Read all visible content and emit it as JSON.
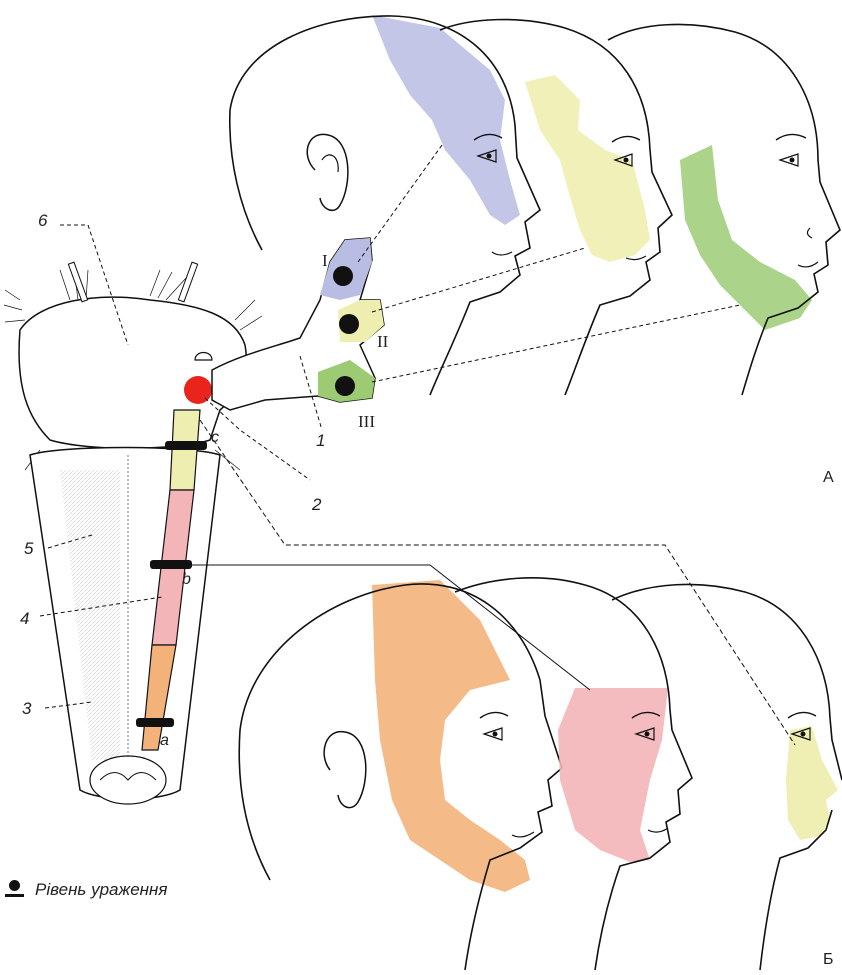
{
  "labels": {
    "num_1": "1",
    "num_2": "2",
    "num_3": "3",
    "num_4": "4",
    "num_5": "5",
    "num_6": "6",
    "roman_I": "I",
    "roman_II": "II",
    "roman_III": "III",
    "letter_a": "a",
    "letter_b": "b",
    "letter_c": "c",
    "panel_A": "А",
    "panel_B": "Б"
  },
  "legend": {
    "text": "Рівень ураження"
  },
  "colors": {
    "branch_I": "#b9bce3",
    "branch_II": "#eeeeb0",
    "branch_III": "#9ccb74",
    "zone_c": "#eeeeb0",
    "zone_b": "#f4b5b8",
    "zone_a": "#f3b27a",
    "nucleus_marker": "#e8241c",
    "lesion_marker": "#111111"
  }
}
